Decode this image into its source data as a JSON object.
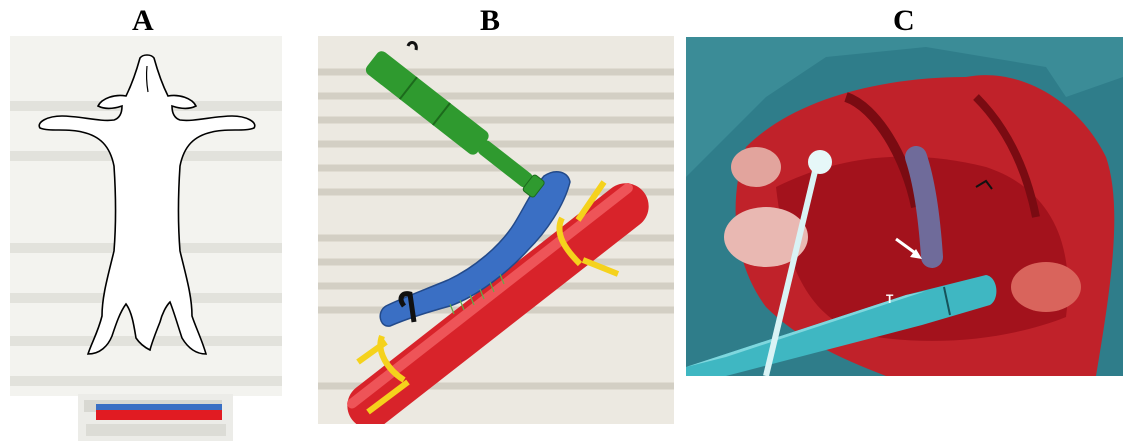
{
  "labels": {
    "a": "A",
    "b": "B",
    "c": "C"
  },
  "photo_c": {
    "tube_mark": "T"
  },
  "colors": {
    "vein_blue": "#3a6fc4",
    "artery_red": "#d8232a",
    "ligature_yellow": "#f5d21c",
    "cannula_green": "#2f9a2f",
    "surgical_drape": "#2f7d8a",
    "tissue_red": "#c0222a",
    "tube_cyan": "#3fb7c2"
  },
  "icons": {
    "dog_outline": "dog-silhouette-icon",
    "vessel_bar": "vessel-schematic-icon",
    "cannula": "cannula-icon",
    "arrow": "white-arrow-icon"
  }
}
